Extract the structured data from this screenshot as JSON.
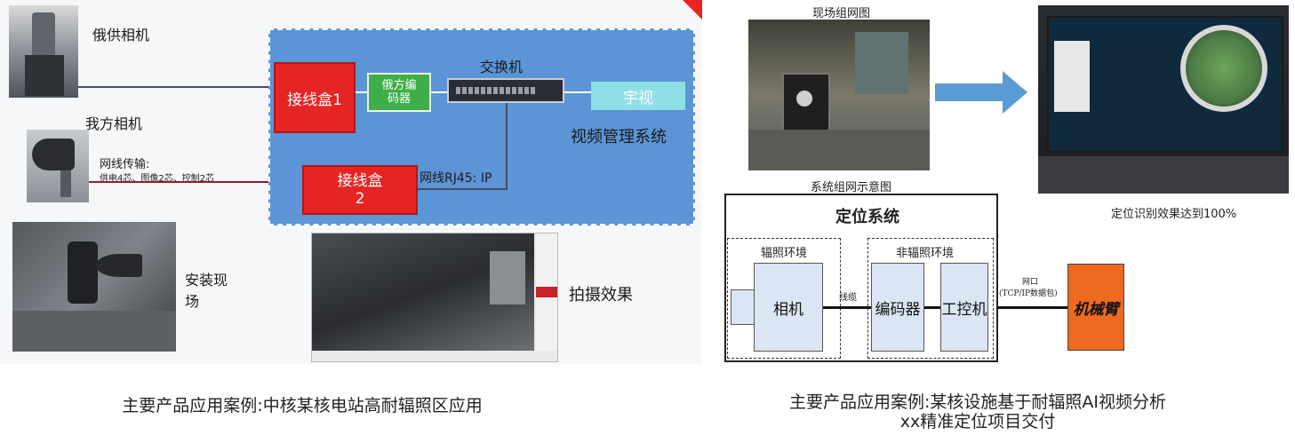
{
  "left": {
    "their_camera_label": "俄供相机",
    "our_camera_label": "我方相机",
    "cable_title": "网线传输:",
    "cable_detail": "供电4芯、图像2芯、控制2芯",
    "install_site_line1": "安装现",
    "install_site_line2": "场",
    "junction_box_1": "接线盒1",
    "junction_box_2_line1": "接线盒",
    "junction_box_2_line2": "2",
    "russian_encoder_line1": "俄方编",
    "russian_encoder_line2": "码器",
    "switch_label": "交换机",
    "uniview_label": "宇视",
    "vms_label": "视频管理系统",
    "rj45_label": "网线RJ45: IP",
    "shoot_effect_label": "拍摄效果",
    "caption": "主要产品应用案例:中核某核电站高耐辐照区应用"
  },
  "right": {
    "site_network_label": "现场组网图",
    "system_diagram_label": "系统组网示意图",
    "accuracy_label": "定位识别效果达到100%",
    "positioning_system_title": "定位系统",
    "radiation_env_label": "辐照环境",
    "non_radiation_env_label": "非辐照环境",
    "camera_label": "相机",
    "cable_label": "线缆",
    "encoder_label": "编码器",
    "ipc_label": "工控机",
    "net_port_line1": "网口",
    "net_port_line2": "(TCP/IP数据包)",
    "robot_arm_label": "机械臂",
    "caption_line1": "主要产品应用案例:某核设施基于耐辐照AI视频分析",
    "caption_line2": "xx精准定位项目交付"
  },
  "colors": {
    "network_bg": "#5b95d6",
    "junction_box": "#e52424",
    "encoder_green": "#3fae49",
    "uniview_cyan": "#8fe0e6",
    "arrow_blue": "#5b9bd5",
    "robot_arm_orange": "#ee6a1e",
    "component_blue": "#dbe6f4"
  }
}
